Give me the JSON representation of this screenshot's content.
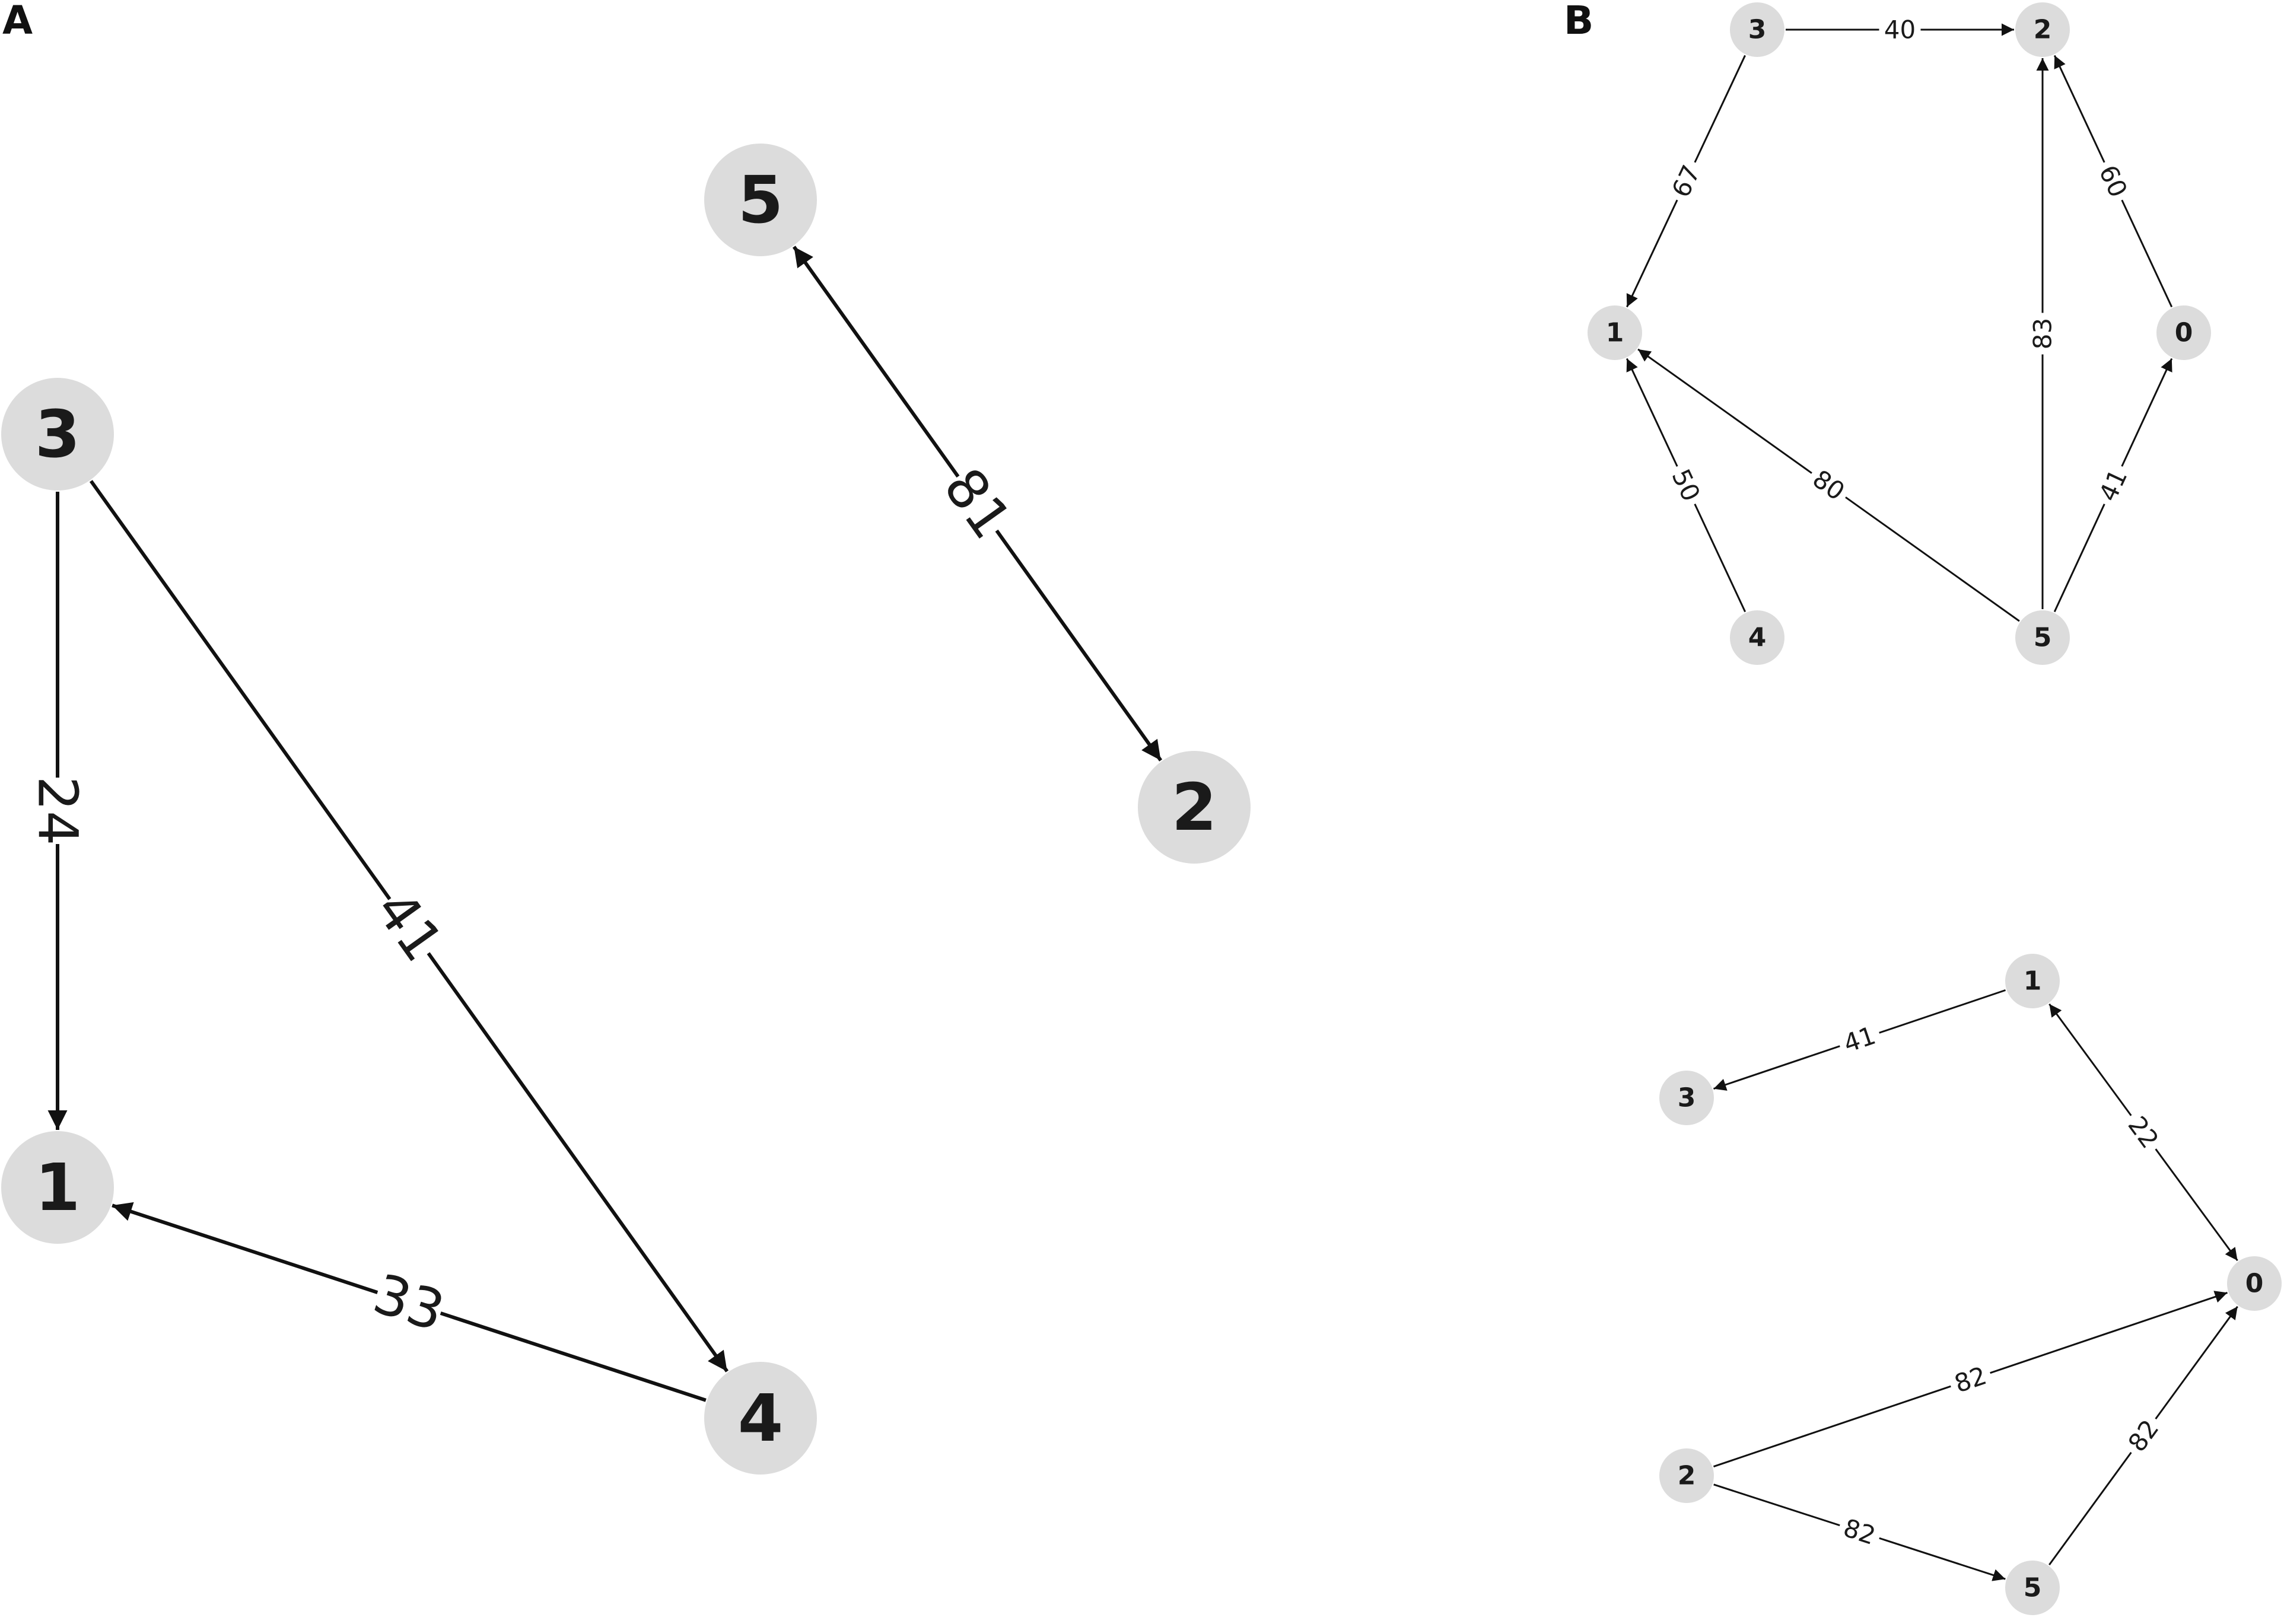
{
  "panels": [
    {
      "id": "A",
      "label": "A",
      "nodes": [
        {
          "id": "5",
          "label": "5"
        },
        {
          "id": "3",
          "label": "3"
        },
        {
          "id": "2",
          "label": "2"
        },
        {
          "id": "1",
          "label": "1"
        },
        {
          "id": "4",
          "label": "4"
        }
      ],
      "edges": [
        {
          "from": "2",
          "to": "5",
          "label": "81",
          "bidirectional": true
        },
        {
          "from": "3",
          "to": "1",
          "label": "24"
        },
        {
          "from": "3",
          "to": "4",
          "label": "41"
        },
        {
          "from": "4",
          "to": "1",
          "label": "33"
        }
      ]
    },
    {
      "id": "B1",
      "label": "B",
      "nodes": [
        {
          "id": "3",
          "label": "3"
        },
        {
          "id": "2",
          "label": "2"
        },
        {
          "id": "1",
          "label": "1"
        },
        {
          "id": "0",
          "label": "0"
        },
        {
          "id": "4",
          "label": "4"
        },
        {
          "id": "5",
          "label": "5"
        }
      ],
      "edges": [
        {
          "from": "3",
          "to": "2",
          "label": "40"
        },
        {
          "from": "3",
          "to": "1",
          "label": "67"
        },
        {
          "from": "0",
          "to": "2",
          "label": "60"
        },
        {
          "from": "5",
          "to": "2",
          "label": "83"
        },
        {
          "from": "5",
          "to": "1",
          "label": "80"
        },
        {
          "from": "5",
          "to": "0",
          "label": "41"
        },
        {
          "from": "4",
          "to": "1",
          "label": "50"
        }
      ]
    },
    {
      "id": "B2",
      "label": "",
      "nodes": [
        {
          "id": "1",
          "label": "1"
        },
        {
          "id": "3",
          "label": "3"
        },
        {
          "id": "0",
          "label": "0"
        },
        {
          "id": "2",
          "label": "2"
        },
        {
          "id": "5",
          "label": "5"
        }
      ],
      "edges": [
        {
          "from": "1",
          "to": "3",
          "label": "41"
        },
        {
          "from": "1",
          "to": "0",
          "label": "22",
          "bidirectional": true
        },
        {
          "from": "2",
          "to": "0",
          "label": "82"
        },
        {
          "from": "2",
          "to": "5",
          "label": "82"
        },
        {
          "from": "5",
          "to": "0",
          "label": "82"
        }
      ]
    }
  ]
}
